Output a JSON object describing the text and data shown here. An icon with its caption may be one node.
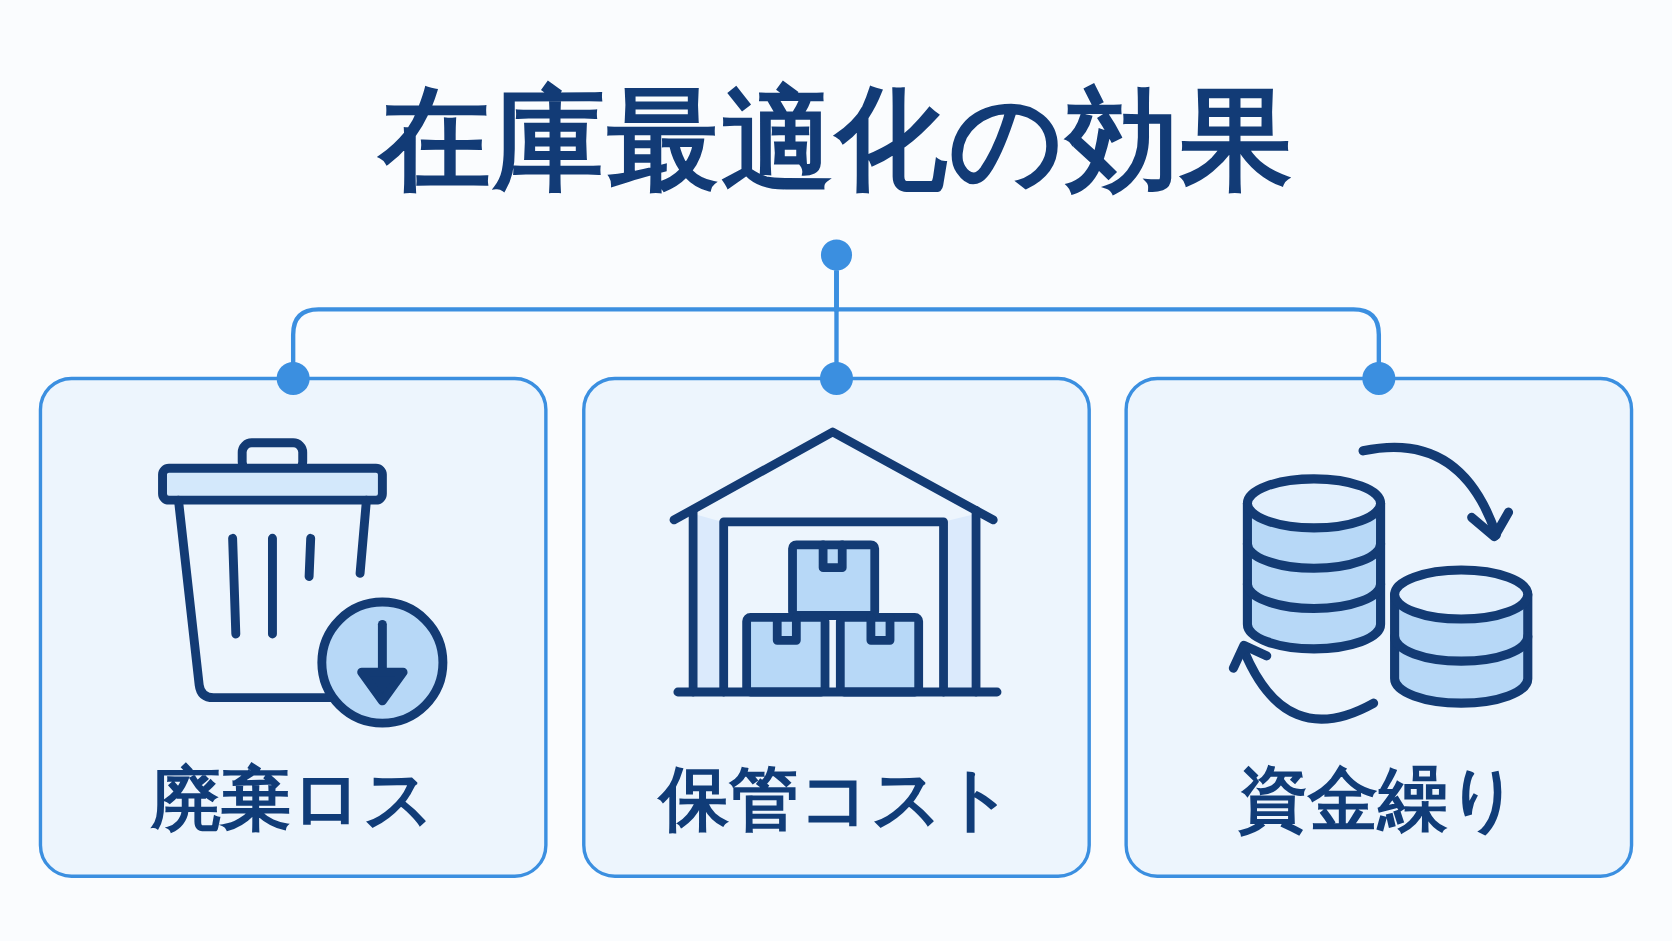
{
  "diagram": {
    "title": "在庫最適化の効果",
    "nodes": [
      {
        "text": [],
        "shape": "circle"
      },
      {
        "text": [
          "廃棄ロス"
        ]
      },
      {
        "text": [
          "保管コスト"
        ]
      },
      {
        "text": [
          "資金繰り"
        ]
      }
    ],
    "edges": [
      {
        "from": 0,
        "to": 1,
        "arrow": "other"
      },
      {
        "from": 0,
        "to": 2,
        "arrow": "other"
      },
      {
        "from": 0,
        "to": 3,
        "arrow": "other"
      }
    ]
  }
}
